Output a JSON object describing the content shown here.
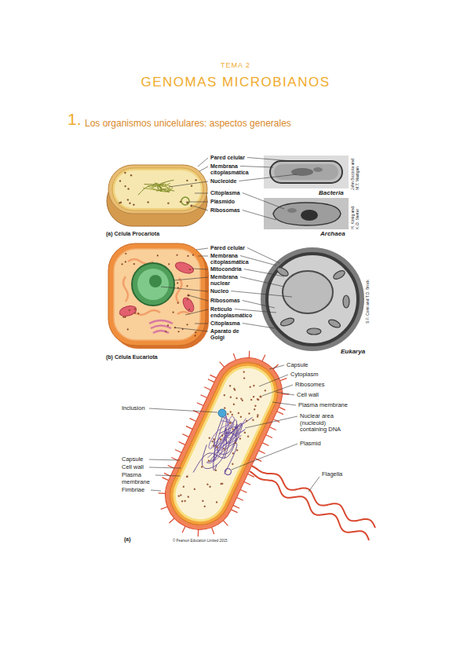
{
  "diagram": {
    "title": "GENOMAS MICROBIANOS",
    "labels": [
      "TEMA 2",
      "1.",
      "Los organismos unicelulares: aspectos generales",
      "Pared celular",
      "Membrana citoplasmática",
      "Nucleoide",
      "Citoplasma",
      "Plásmido",
      "Ribosomas",
      "Bacteria",
      "John Bozzola and M.T. Madigan",
      "Archaea",
      "H. König and K.O. Stetter",
      "(a) Célula Procariota",
      "Pared celular",
      "Membrana citoplasmática",
      "Mitocondria",
      "Membrana nuclear",
      "Nucleo",
      "Ribosomas",
      "Retículo endoplasmático",
      "Citoplasma",
      "Aparato de Golgi",
      "Eukarya",
      "S.F. Conti and T.D. Brock",
      "(b) Célula Eucariota",
      "Capsule",
      "Cytoplasm",
      "Ribosomes",
      "Inclusion",
      "Cell wall",
      "Plasma membrane",
      "Nuclear area (nucleoid) containing DNA",
      "Plasmid",
      "Capsule",
      "Cell wall",
      "Plasma membrane",
      "Fimbriae",
      "Flagella",
      "(a)",
      "© Pearson Education Limited 2015"
    ]
  }
}
